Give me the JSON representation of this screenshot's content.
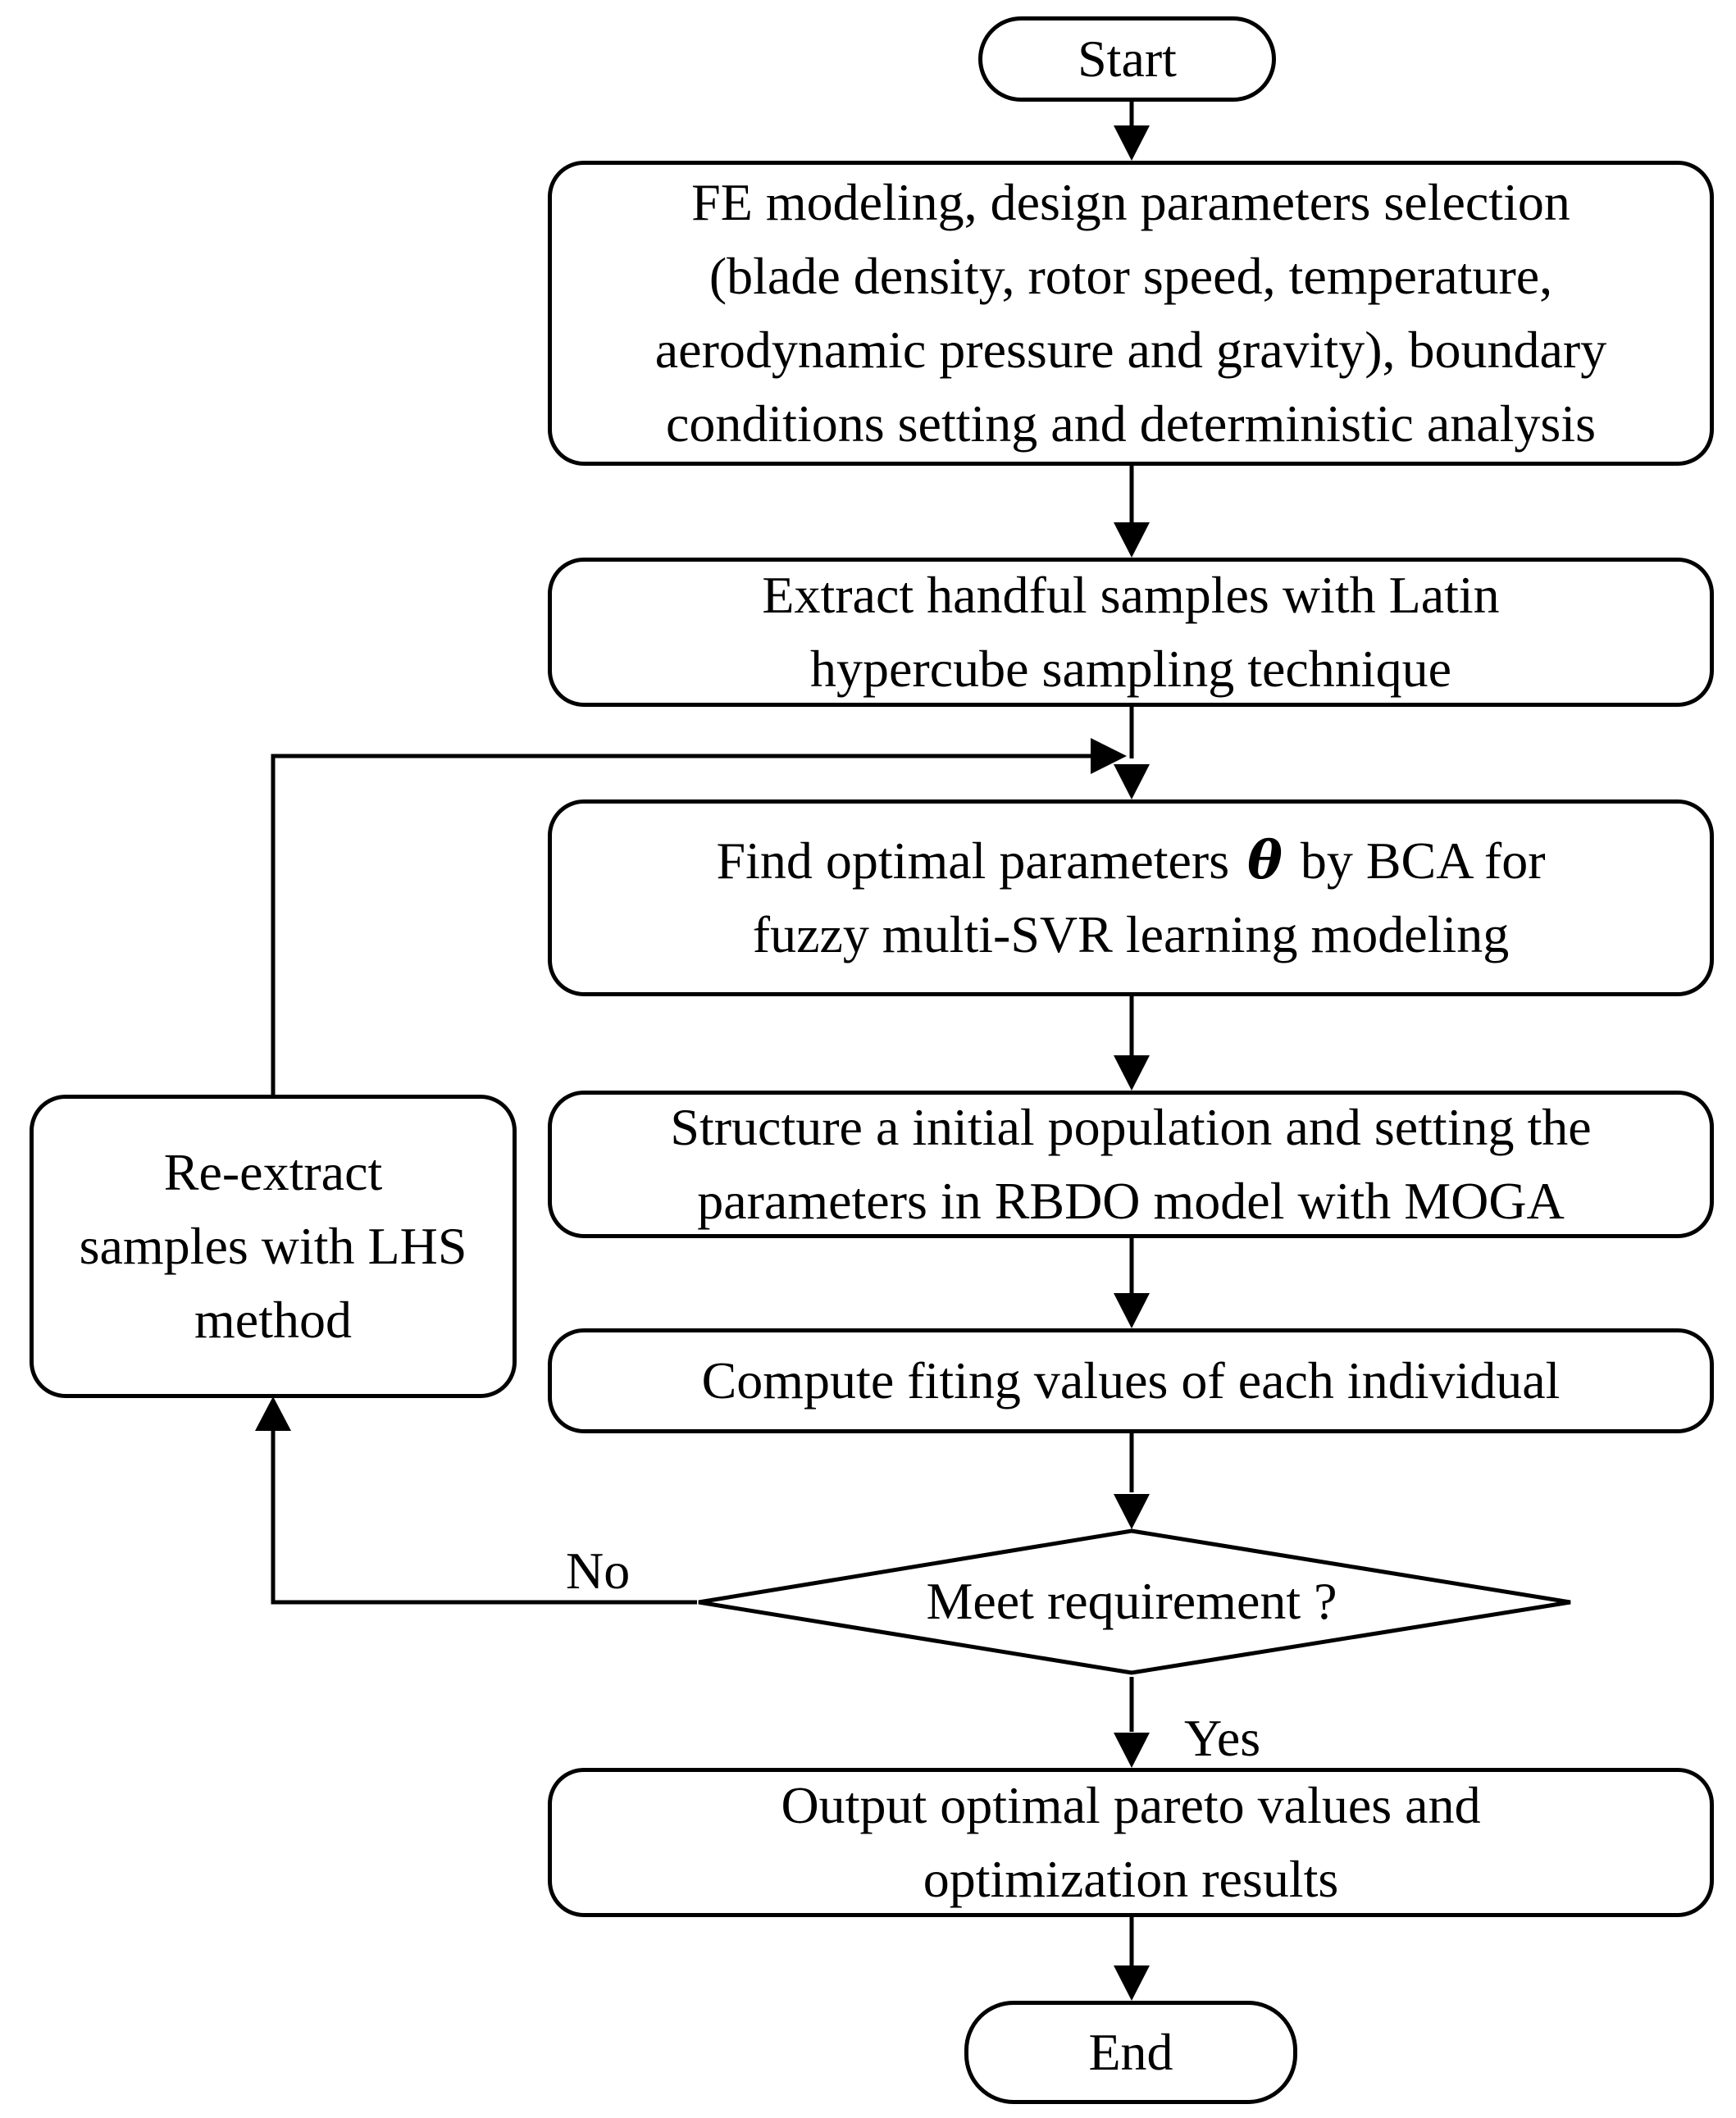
{
  "start": {
    "label": "Start"
  },
  "steps": {
    "fe_modeling": [
      "FE modeling, design parameters selection",
      "(blade density, rotor speed, temperature,",
      "aerodynamic pressure and gravity), boundary",
      "conditions setting and deterministic analysis"
    ],
    "extract_samples": [
      "Extract handful samples  with Latin",
      "hypercube sampling technique"
    ],
    "find_optimal": {
      "line1_before": "Find optimal parameters",
      "symbol": "θ",
      "line1_after": "by BCA for",
      "line2": "fuzzy multi-SVR learning modeling"
    },
    "structure_population": [
      "Structure a initial population and setting the",
      "parameters in RBDO model with MOGA"
    ],
    "compute_fitting": "Compute fiting values of each individual",
    "output_results": [
      "Output optimal pareto values and",
      "optimization results"
    ]
  },
  "decision": {
    "question": "Meet requirement ?",
    "no_label": "No",
    "yes_label": "Yes"
  },
  "reextract": [
    "Re-extract",
    "samples with LHS",
    "method"
  ],
  "end": {
    "label": "End"
  }
}
